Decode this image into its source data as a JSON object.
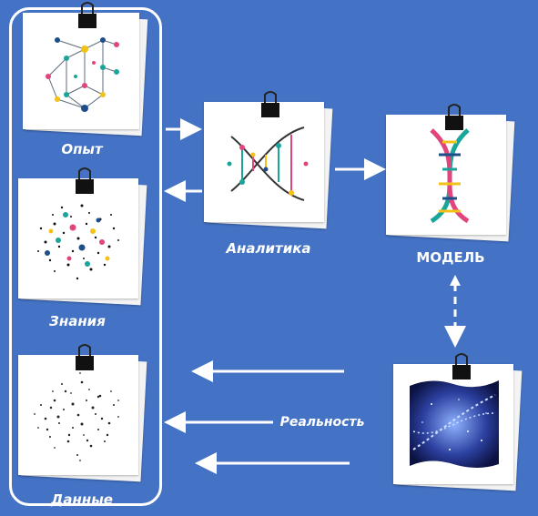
{
  "labels": {
    "experience": "Опыт",
    "knowledge": "Знания",
    "data": "Данные",
    "analytics": "Аналитика",
    "model": "МОДЕЛЬ",
    "reality": "Реальность"
  },
  "colors": {
    "background": "#4472c4",
    "card": "#ffffff",
    "teal": "#1aa59b",
    "pink": "#e2457d",
    "yellow": "#f2c21a",
    "navy": "#1d4e89"
  }
}
